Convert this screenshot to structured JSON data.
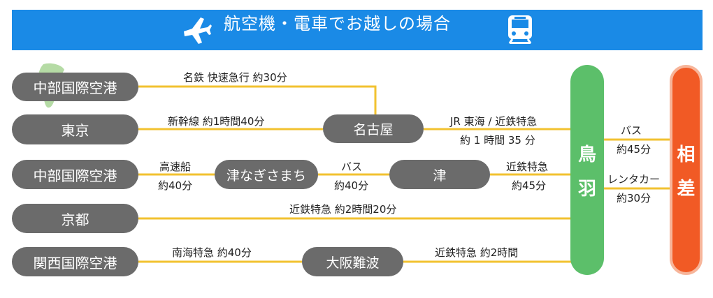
{
  "header": {
    "title": "航空機・電車でお越しの場合",
    "plane_icon": "plane-icon",
    "train_icon": "train-icon",
    "background_color": "#1a8ae6"
  },
  "origins": {
    "chubu_airport_1": "中部国際空港",
    "tokyo": "東京",
    "chubu_airport_2": "中部国際空港",
    "kyoto": "京都",
    "kansai_airport": "関西国際空港"
  },
  "hubs": {
    "nagoya": "名古屋",
    "tsunagisa": "津なぎさまち",
    "tsu": "津",
    "osaka_namba": "大阪難波"
  },
  "route_labels": {
    "meitetsu": "名鉄  快速急行  約30分",
    "shinkansen": "新幹線  約1時間40分",
    "jr_kintetsu_line1": "JR 東海 / 近鉄特急",
    "jr_kintetsu_line2": "約 1 時間 35 分",
    "ferry_line1": "高速船",
    "ferry_line2": "約40分",
    "bus_tsu_line1": "バス",
    "bus_tsu_line2": "約40分",
    "kintetsu_tsu_line1": "近鉄特急",
    "kintetsu_tsu_line2": "約45分",
    "kyoto_kintetsu": "近鉄特急  約2時間20分",
    "nankai": "南海特急  約40分",
    "namba_kintetsu": "近鉄特急  約2時間",
    "bus_ouji_line1": "バス",
    "bus_ouji_line2": "約45分",
    "rental_line1": "レンタカー",
    "rental_line2": "約30分"
  },
  "destinations": {
    "toba_char1": "鳥",
    "toba_char2": "羽",
    "ouji_char1": "相",
    "ouji_char2": "差"
  },
  "colors": {
    "line": "#f2c230",
    "pill": "#6b6b6b",
    "toba": "#5cbf6a",
    "ouji": "#f15a25"
  }
}
